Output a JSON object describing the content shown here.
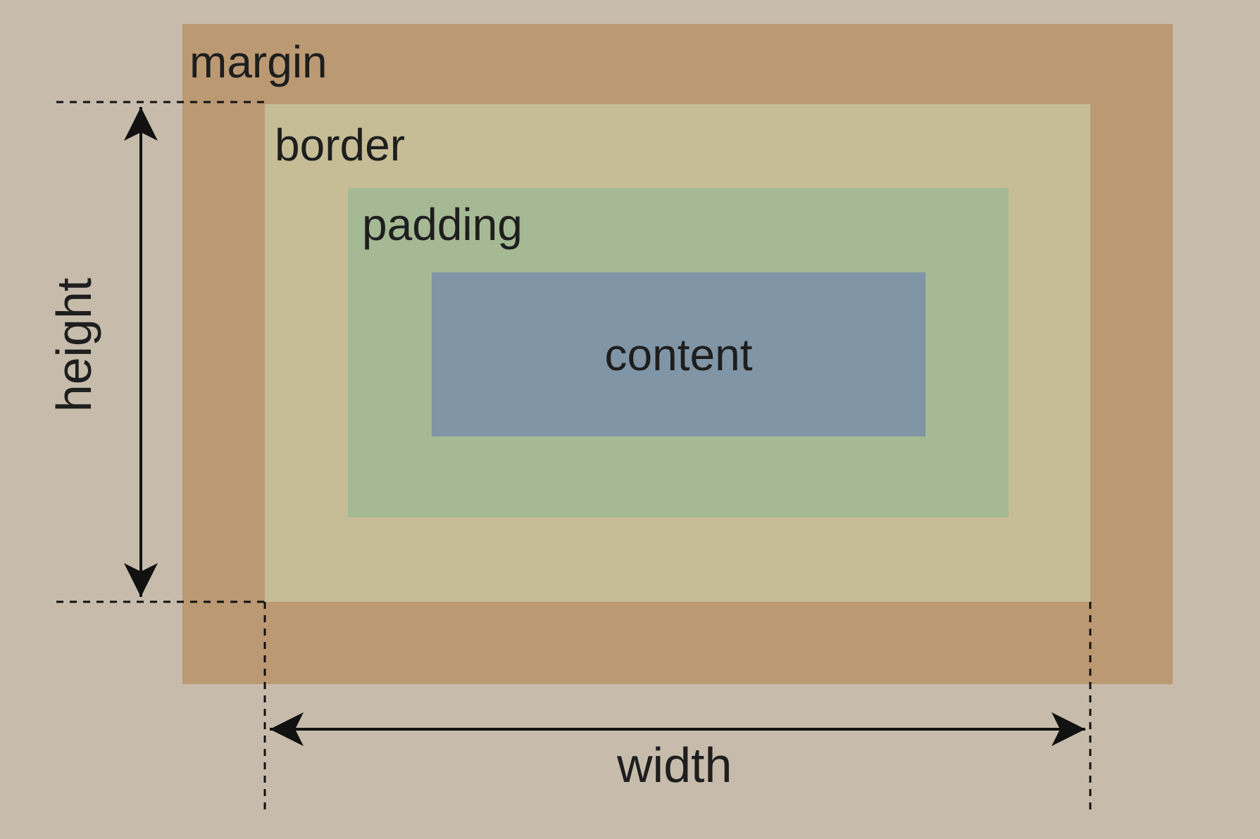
{
  "boxes": {
    "margin": {
      "label": "margin",
      "color": "#bb9973"
    },
    "border": {
      "label": "border",
      "color": "#c6bd96"
    },
    "padding": {
      "label": "padding",
      "color": "#a5b994"
    },
    "content": {
      "label": "content",
      "color": "#8095a5"
    }
  },
  "dimensions": {
    "height_label": "height",
    "width_label": "width"
  }
}
